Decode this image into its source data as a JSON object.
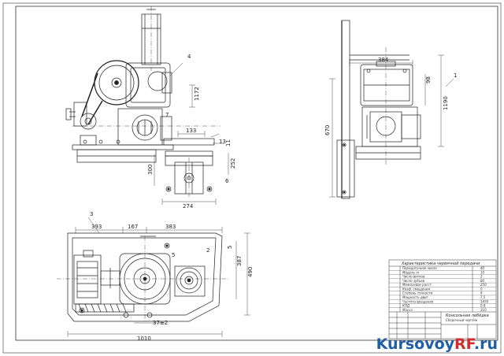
{
  "front_view": {
    "dims": {
      "d1": "1172",
      "d2": "133",
      "d3": "300",
      "d4": "252",
      "d5": "274",
      "d6": "11",
      "d7": "13"
    },
    "leaders": [
      "4",
      "6",
      "7"
    ]
  },
  "side_view": {
    "dims": {
      "width_top": "384",
      "h_left": "670",
      "h_right": "1190",
      "h_mid": "98"
    },
    "leaders": [
      "1"
    ]
  },
  "plan_view": {
    "dims": {
      "d_393": "393",
      "d_167": "167",
      "d_383": "383",
      "d_1010": "1010",
      "d_37": "37±2",
      "d_490": "490",
      "d_387": "387",
      "d_5": "5"
    },
    "leaders": [
      "3",
      "5",
      "2"
    ]
  },
  "title_block": {
    "table_title": "Характеристика червячной передачи",
    "rows": [
      {
        "k": "Передаточное число",
        "v": "40"
      },
      {
        "k": "Модуль m",
        "v": "10"
      },
      {
        "k": "Число витков",
        "v": "2"
      },
      {
        "k": "Число зубьев",
        "v": "80"
      },
      {
        "k": "Межосевое расст.",
        "v": "250"
      },
      {
        "k": "Коэф. смещения",
        "v": "0"
      },
      {
        "k": "Степень точности",
        "v": "8"
      },
      {
        "k": "Мощность двиг.",
        "v": "7,5"
      },
      {
        "k": "Частота вращения",
        "v": "1450"
      },
      {
        "k": "КПД",
        "v": "0,8"
      },
      {
        "k": "Масса",
        "v": "310"
      }
    ],
    "name": "Консольная лебёдка",
    "subname": "Сборочный чертёж"
  },
  "watermark": {
    "main": "Kursovoy",
    "accent": "RF",
    "tail": ".ru"
  }
}
